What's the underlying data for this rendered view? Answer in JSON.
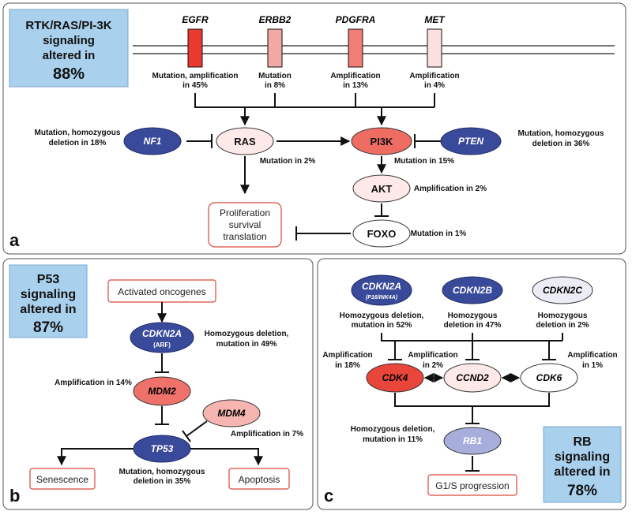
{
  "panels": {
    "a": {
      "label": "a",
      "summary": [
        "RTK/RAS/PI-3K",
        "signaling",
        "altered in",
        "88%"
      ],
      "receptors": [
        {
          "name": "EGFR",
          "note": [
            "Mutation, amplification",
            "in 45%"
          ],
          "color": "#e83a2e"
        },
        {
          "name": "ERBB2",
          "note": [
            "Mutation",
            "in 8%"
          ],
          "color": "#f4a7a4"
        },
        {
          "name": "PDGFRA",
          "note": [
            "Amplification",
            "in 13%"
          ],
          "color": "#f07e75"
        },
        {
          "name": "MET",
          "note": [
            "Amplification",
            "in 4%"
          ],
          "color": "#fbe0df"
        }
      ],
      "nodes": {
        "nf1": "NF1",
        "ras": "RAS",
        "pi3k": "PI3K",
        "pten": "PTEN",
        "akt": "AKT",
        "foxo": "FOXO"
      },
      "notes": {
        "nf1": [
          "Mutation, homozygous",
          "deletion in 18%"
        ],
        "ras": "Mutation in 2%",
        "pi3k": "Mutation in 15%",
        "pten": [
          "Mutation, homozygous",
          "deletion in 36%"
        ],
        "akt": "Amplification in 2%",
        "foxo": "Mutation in 1%"
      },
      "outcome": [
        "Proliferation",
        "survival",
        "translation"
      ]
    },
    "b": {
      "label": "b",
      "summary": [
        "P53",
        "signaling",
        "altered in",
        "87%"
      ],
      "top_box": "Activated oncogenes",
      "nodes": {
        "cdkn2a": "CDKN2A",
        "cdkn2a_sub": "(ARF)",
        "mdm2": "MDM2",
        "mdm4": "MDM4",
        "tp53": "TP53"
      },
      "notes": {
        "cdkn2a": [
          "Homozygous deletion,",
          "mutation in 49%"
        ],
        "mdm2": "Amplification in 14%",
        "mdm4": "Amplification in 7%",
        "tp53": [
          "Mutation, homozygous",
          "deletion in 35%"
        ]
      },
      "outcomes": [
        "Senescence",
        "Apoptosis"
      ]
    },
    "c": {
      "label": "c",
      "summary": [
        "RB",
        "signaling",
        "altered in",
        "78%"
      ],
      "nodes": {
        "cdkn2a": "CDKN2A",
        "cdkn2a_sub": "(P16/INK4A)",
        "cdkn2b": "CDKN2B",
        "cdkn2c": "CDKN2C",
        "cdk4": "CDK4",
        "ccnd2": "CCND2",
        "cdk6": "CDK6",
        "rb1": "RB1"
      },
      "notes": {
        "cdkn2a": [
          "Homozygous deletion,",
          "mutation in 52%"
        ],
        "cdkn2b": [
          "Homozygous",
          "deletion in 47%"
        ],
        "cdkn2c": [
          "Homozygous",
          "deletion in 2%"
        ],
        "cdk4": [
          "Amplification",
          "in 18%"
        ],
        "ccnd2": [
          "Amplification",
          "in 2%"
        ],
        "cdk6": [
          "Amplification",
          "in 1%"
        ],
        "rb1": [
          "Homozygous deletion,",
          "mutation in 11%"
        ]
      },
      "outcome": "G1/S progression"
    }
  },
  "colors": {
    "summary_bg": "#a9d0ec",
    "dark_blue": "#3a4a9a",
    "light_blue": "#a8aedb",
    "box_border": "#d9473b",
    "mdm2": "#ee7269",
    "mdm4": "#f6b5b0",
    "pi3k": "#ee6c62",
    "cdk4": "#e8453b",
    "ras": "#fde9e8",
    "akt": "#fde9e8",
    "cdkn2c": "#ececf7"
  }
}
